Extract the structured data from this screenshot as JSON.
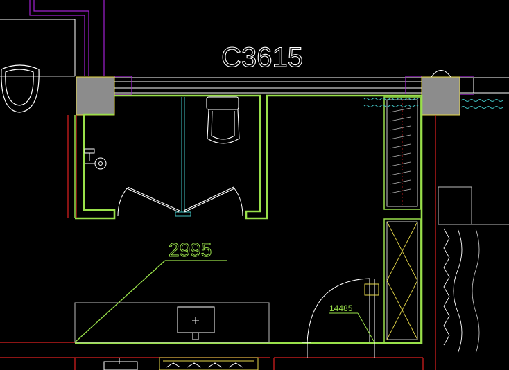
{
  "drawing": {
    "window_label": "C3615",
    "dimension_main": "2995",
    "dimension_small": "14485"
  },
  "colors": {
    "background": "#000000",
    "wall_outline": "#99e04a",
    "magenta": "#a020d0",
    "white": "#ffffff",
    "red": "#e02020",
    "cyan": "#40c0c0",
    "column_fill": "#8c8c8c",
    "yellow": "#e6d84a",
    "grey_lines": "#bdbdbd"
  }
}
